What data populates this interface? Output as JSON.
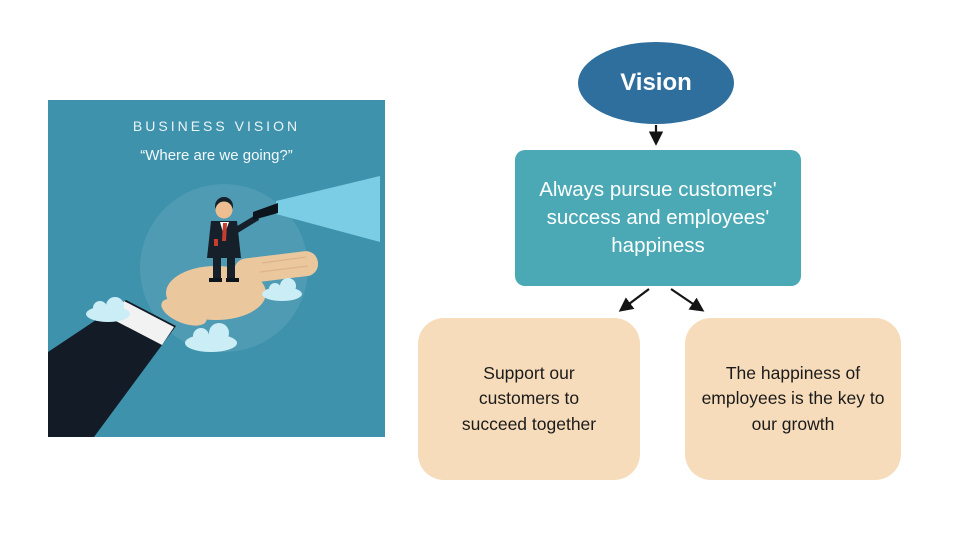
{
  "left_panel": {
    "title": "BUSINESS VISION",
    "subtitle": "“Where are we going?”"
  },
  "diagram": {
    "root_label": "Vision",
    "statement": "Always pursue customers' success and employees' happiness",
    "children": [
      {
        "text": "Support our customers to succeed together"
      },
      {
        "text": "The happiness of employees is the key to our growth"
      }
    ]
  },
  "colors": {
    "panel_teal": "#3E92AC",
    "beam_blue": "#7FD3E8",
    "cloud_blue": "#CBEDF6",
    "hand_tan": "#EBC79E",
    "suit_dark": "#16202B",
    "root_node_blue": "#2E6F9E",
    "statement_teal": "#4AA9B5",
    "child_peach": "#F6DCBB",
    "arrow_black": "#141414"
  }
}
